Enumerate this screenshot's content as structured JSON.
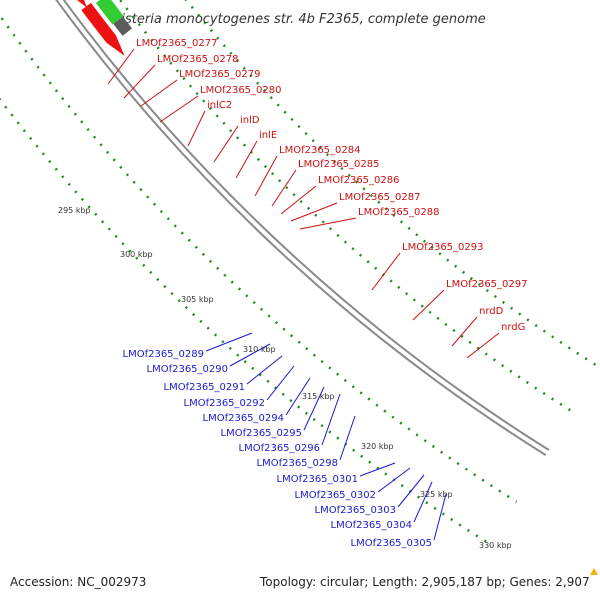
{
  "title": "Listeria monocytogenes str. 4b F2365, complete genome",
  "footer": {
    "accession": "Accession: NC_002973",
    "topology": "Topology: circular; Length: 2,905,187 bp; Genes: 2,907"
  },
  "colors": {
    "red": "#ee1111",
    "orange": "#f29a00",
    "cyan": "#1ccfcf",
    "gray": "#bfbfbf",
    "darkgray": "#5c5c5c",
    "indigo": "#4a3f98",
    "steel": "#4f8fcc",
    "green": "#33cc33",
    "sky": "#22c3ee",
    "blue": "#1f1fee",
    "label_red": "#cc1111",
    "label_blue": "#1a1acc",
    "dot": "#228822",
    "backbone": "#8a8a8a"
  },
  "ticks": [
    {
      "label": "295 kbp"
    },
    {
      "label": "300 kbp"
    },
    {
      "label": "305 kbp"
    },
    {
      "label": "310 kbp"
    },
    {
      "label": "315 kbp"
    },
    {
      "label": "320 kbp"
    },
    {
      "label": "325 kbp"
    },
    {
      "label": "330 kbp"
    }
  ],
  "labels_top": [
    "LMOf2365_0277",
    "LMOf2365_0278",
    "LMOf2365_0279",
    "LMOf2365_0280",
    "inlC2",
    "inlD",
    "inlE",
    "LMOf2365_0284",
    "LMOf2365_0285",
    "LMOf2365_0286",
    "LMOf2365_0287",
    "LMOf2365_0288",
    "LMOf2365_0293",
    "LMOf2365_0297",
    "nrdD",
    "nrdG"
  ],
  "labels_bottom": [
    "LMOf2365_0289",
    "LMOf2365_0290",
    "LMOf2365_0291",
    "LMOf2365_0292",
    "LMOf2365_0294",
    "LMOf2365_0295",
    "LMOf2365_0296",
    "LMOf2365_0298",
    "LMOf2365_0301",
    "LMOf2365_0302",
    "LMOf2365_0303",
    "LMOf2365_0304",
    "LMOf2365_0305"
  ]
}
